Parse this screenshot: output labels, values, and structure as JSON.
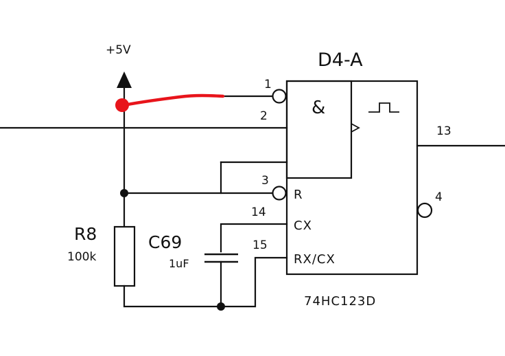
{
  "supply": {
    "label": "+5V"
  },
  "chip": {
    "name": "D4-A",
    "part_number": "74HC123D",
    "and_symbol": "&",
    "pins": {
      "p1": "1",
      "p2": "2",
      "p3": "3",
      "p4": "4",
      "p13": "13",
      "p14": "14",
      "p15": "15"
    },
    "pin_labels": {
      "reset": "R",
      "cx": "CX",
      "rxcx": "RX/CX"
    }
  },
  "resistor": {
    "ref": "R8",
    "value": "100k"
  },
  "capacitor": {
    "ref": "C69",
    "value": "1uF"
  },
  "colors": {
    "ink": "#111111",
    "annotation": "#e8141b",
    "background": "#ffffff"
  }
}
